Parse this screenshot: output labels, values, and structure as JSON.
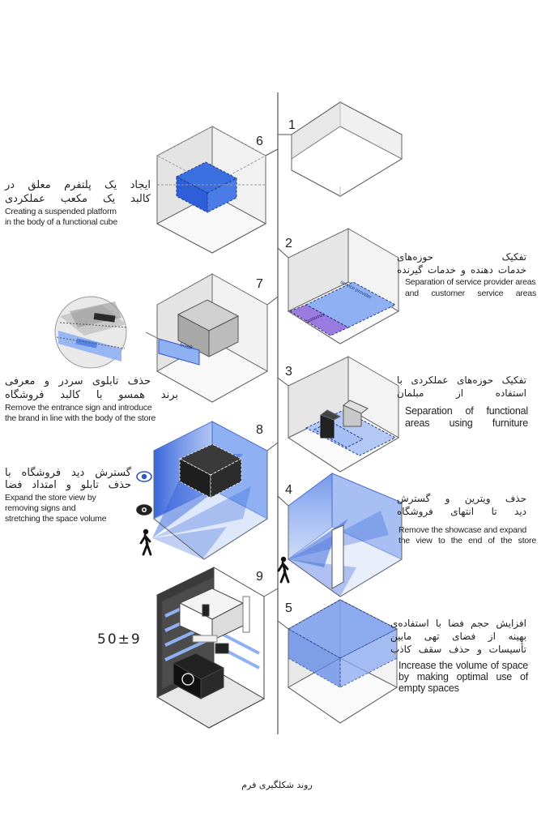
{
  "steps": [
    {
      "num": "1"
    },
    {
      "num": "2",
      "fa": [
        "تفکیک حوزه‌های",
        "خدمات دهنده و خدمات گیرنده"
      ],
      "en": [
        "Separation of service provider areas",
        "and customer service areas"
      ],
      "inner_label_1": "service provider",
      "inner_label_2": "customer"
    },
    {
      "num": "3",
      "fa": [
        "تفکیک حوزه‌های عملکردی با",
        "استفاده از مبلمان"
      ],
      "en": [
        "Separation of functional",
        "areas using furniture"
      ]
    },
    {
      "num": "4",
      "fa": [
        "حذف ویترین و گسترش",
        "دید تا انتهای فروشگاه"
      ],
      "en": [
        "Remove the showcase and expand",
        "the view to the end of the store"
      ]
    },
    {
      "num": "5",
      "fa": [
        "افزایش حجم فضا با استفاده‌ی",
        "بهینه از فضای تهی مابین",
        "تأسیسات و حذف سقف کاذب"
      ],
      "en": [
        "Increase the volume of space",
        "by making optimal use of",
        "empty spaces"
      ]
    },
    {
      "num": "6",
      "fa": [
        "ایجاد یک پلتفرم معلق در",
        "کالبد یک مکعب عملکردی"
      ],
      "en": [
        "Creating a suspended platform",
        "in the body of a functional cube"
      ]
    },
    {
      "num": "7",
      "fa": [
        "حذف تابلوی سردر و معرفی",
        "برند همسو با کالبد فروشگاه"
      ],
      "en": [
        "Remove the entrance sign and introduce",
        "the brand in line with the body of the store"
      ],
      "sign_text": "50±9"
    },
    {
      "num": "8",
      "fa": [
        "گسترش دید فروشگاه با",
        "حذف تابلو و امتداد فضا"
      ],
      "en": [
        "Expand the store view by",
        "removing signs and",
        "stretching the space volume"
      ]
    },
    {
      "num": "9",
      "logo_text": "50±9"
    }
  ],
  "caption": "روند شکلگیری فرم",
  "colors": {
    "blue": "#3b6fe0",
    "light_blue": "#8fb0f2",
    "purple": "#8f6fd6",
    "line": "#555555",
    "gray_box": "#bcbcbc"
  },
  "icons": [
    "eye-open-icon",
    "eye-closed-icon",
    "walking-person-icon"
  ]
}
